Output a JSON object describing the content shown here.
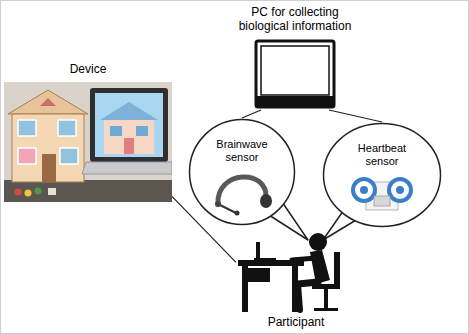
{
  "diagram": {
    "nodes": [
      {
        "text": [
          "PC for collecting biological information"
        ]
      },
      {
        "text": [
          "Device"
        ]
      },
      {
        "text": [
          "Brainwave sensor"
        ]
      },
      {
        "text": [
          "Heartbeat sensor"
        ]
      },
      {
        "text": [
          "Participant"
        ]
      }
    ],
    "edges": [
      {
        "from": 0,
        "to": 2,
        "arrow": "none"
      },
      {
        "from": 0,
        "to": 3,
        "arrow": "none"
      },
      {
        "from": 1,
        "to": 4,
        "arrow": "none"
      }
    ]
  }
}
